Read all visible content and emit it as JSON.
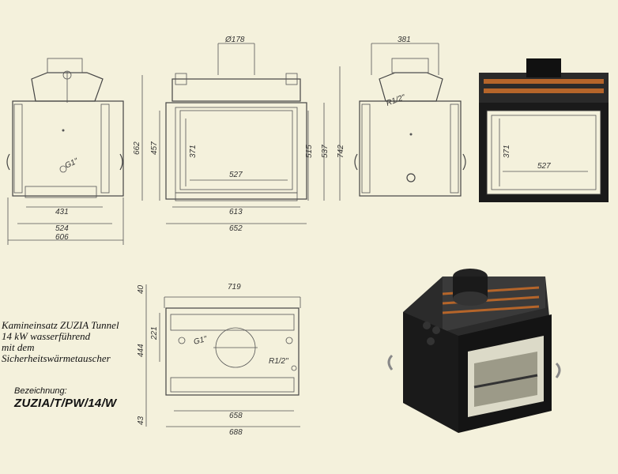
{
  "caption": {
    "line1": "Kamineinsatz ZUZIA Tunnel",
    "line2": "14 kW wasserführend",
    "line3": "mit dem",
    "line4": "Sicherheitswärmetauscher"
  },
  "designation": {
    "label": "Bezeichnung:",
    "value": "ZUZIA/T/PW/14/W"
  },
  "views": {
    "side_left": {
      "dims": [
        "431",
        "524",
        "606"
      ],
      "fitting": "G1\""
    },
    "front": {
      "dims": [
        "Ø178",
        "662",
        "457",
        "371",
        "527",
        "515",
        "537",
        "742",
        "613",
        "652"
      ]
    },
    "side_right": {
      "dims": [
        "381"
      ],
      "fitting": "R1/2\""
    },
    "rear": {
      "dims": [
        "371",
        "527"
      ]
    },
    "top": {
      "dims": [
        "719",
        "40",
        "221",
        "444",
        "43",
        "658",
        "688"
      ],
      "fitting_left": "G1\"",
      "fitting_right": "R1/2\""
    }
  },
  "colors": {
    "background": "#f4f1dc",
    "line": "#555555",
    "body": "#1a1a1a",
    "copper": "#b5652a"
  }
}
